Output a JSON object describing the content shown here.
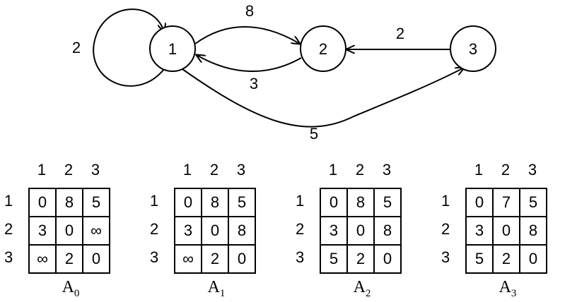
{
  "graph": {
    "nodes": [
      "1",
      "2",
      "3"
    ],
    "edges": [
      {
        "from": "1",
        "to": "1",
        "weight": "2"
      },
      {
        "from": "1",
        "to": "2",
        "weight": "8"
      },
      {
        "from": "2",
        "to": "1",
        "weight": "3"
      },
      {
        "from": "3",
        "to": "2",
        "weight": "2"
      },
      {
        "from": "1",
        "to": "3",
        "weight": "5"
      }
    ]
  },
  "matrices": [
    {
      "name": "A",
      "sub": "0",
      "col_headers": [
        "1",
        "2",
        "3"
      ],
      "row_headers": [
        "1",
        "2",
        "3"
      ],
      "rows": [
        [
          "0",
          "8",
          "5"
        ],
        [
          "3",
          "0",
          "∞"
        ],
        [
          "∞",
          "2",
          "0"
        ]
      ]
    },
    {
      "name": "A",
      "sub": "1",
      "col_headers": [
        "1",
        "2",
        "3"
      ],
      "row_headers": [
        "1",
        "2",
        "3"
      ],
      "rows": [
        [
          "0",
          "8",
          "5"
        ],
        [
          "3",
          "0",
          "8"
        ],
        [
          "∞",
          "2",
          "0"
        ]
      ]
    },
    {
      "name": "A",
      "sub": "2",
      "col_headers": [
        "1",
        "2",
        "3"
      ],
      "row_headers": [
        "1",
        "2",
        "3"
      ],
      "rows": [
        [
          "0",
          "8",
          "5"
        ],
        [
          "3",
          "0",
          "8"
        ],
        [
          "5",
          "2",
          "0"
        ]
      ]
    },
    {
      "name": "A",
      "sub": "3",
      "col_headers": [
        "1",
        "2",
        "3"
      ],
      "row_headers": [
        "1",
        "2",
        "3"
      ],
      "rows": [
        [
          "0",
          "7",
          "5"
        ],
        [
          "3",
          "0",
          "8"
        ],
        [
          "5",
          "2",
          "0"
        ]
      ]
    }
  ]
}
